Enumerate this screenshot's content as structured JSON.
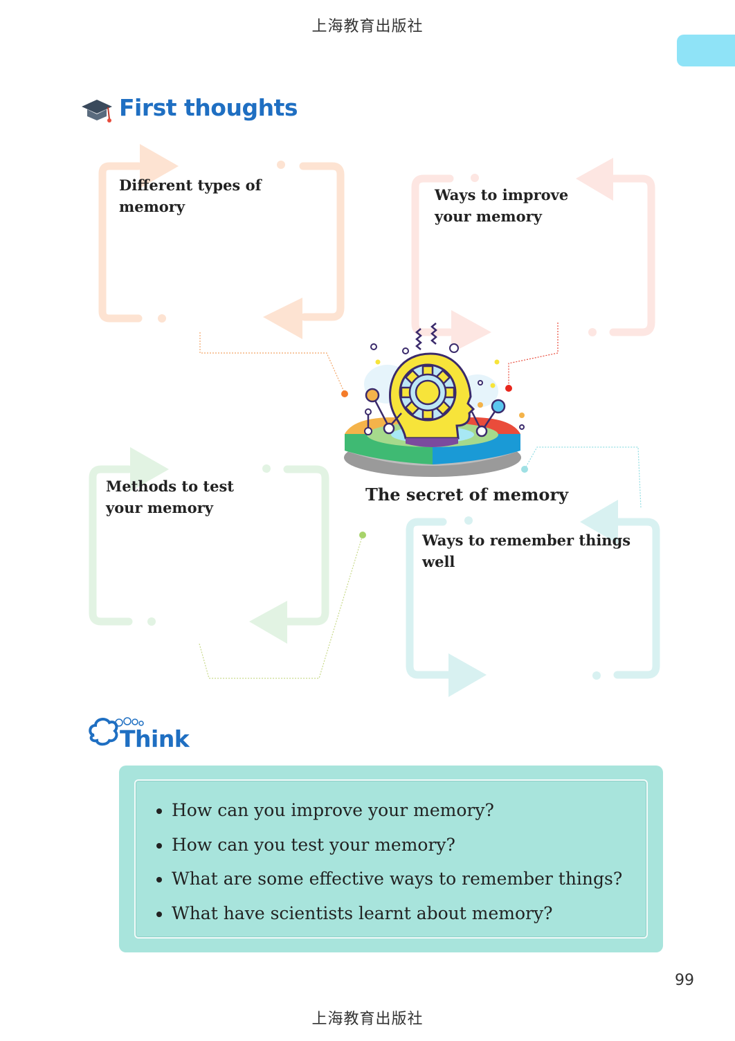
{
  "publisher": "上海教育出版社",
  "first_thoughts": {
    "title": "First thoughts",
    "icon": "graduation-cap-icon"
  },
  "mind_map": {
    "center_label": "The secret of memory",
    "center_icon": "head-with-gear-icon",
    "boxes": [
      {
        "label": "Different types of memory",
        "color": "#fde3d2"
      },
      {
        "label": "Ways to improve your memory",
        "color": "#fde3e0"
      },
      {
        "label": "Methods to test your memory",
        "color": "#e0f2e1"
      },
      {
        "label": "Ways to remember things well",
        "color": "#d8f1f1"
      }
    ]
  },
  "think": {
    "title": "Think",
    "icon": "thought-cloud-icon",
    "questions": [
      "How can you improve your memory?",
      "How can you test your memory?",
      "What are some effective ways to remember things?",
      "What have scientists learnt about memory?"
    ],
    "panel_color": "#a8e4dc"
  },
  "page_number": "99"
}
